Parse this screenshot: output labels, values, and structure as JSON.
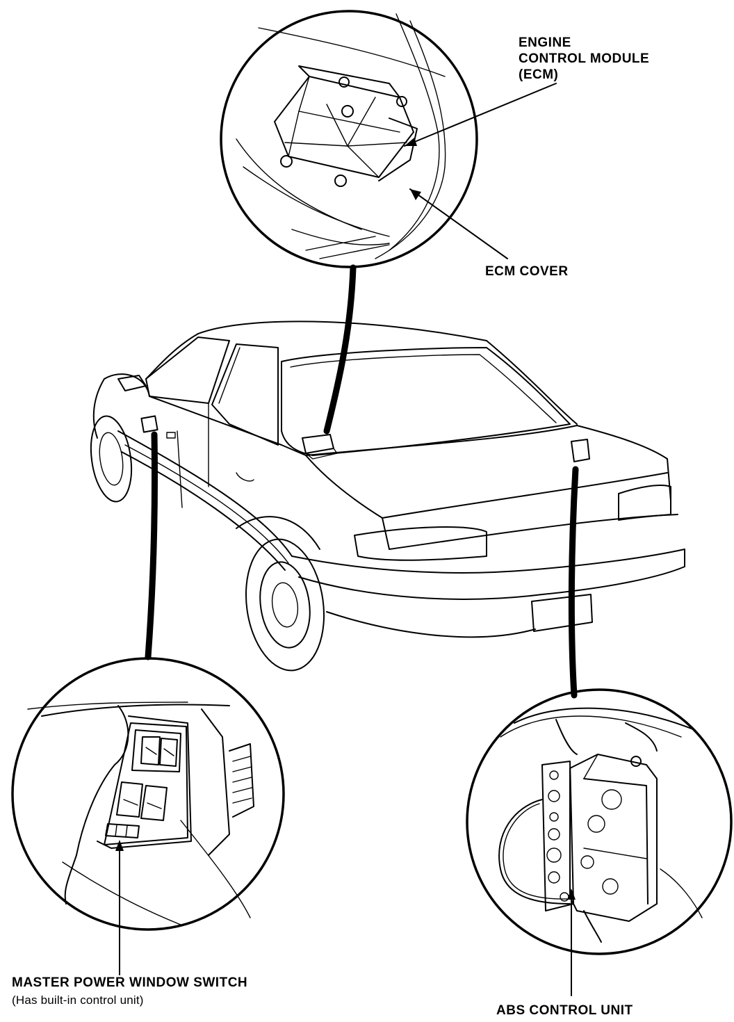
{
  "labels": {
    "ecm_line1": "ENGINE",
    "ecm_line2": "CONTROL MODULE",
    "ecm_line3": "(ECM)",
    "ecm_cover": "ECM COVER",
    "window_switch": "MASTER POWER WINDOW SWITCH",
    "window_switch_note": "(Has built-in control unit)",
    "abs_unit": "ABS CONTROL UNIT"
  },
  "colors": {
    "ink": "#000000",
    "paper": "#ffffff"
  }
}
